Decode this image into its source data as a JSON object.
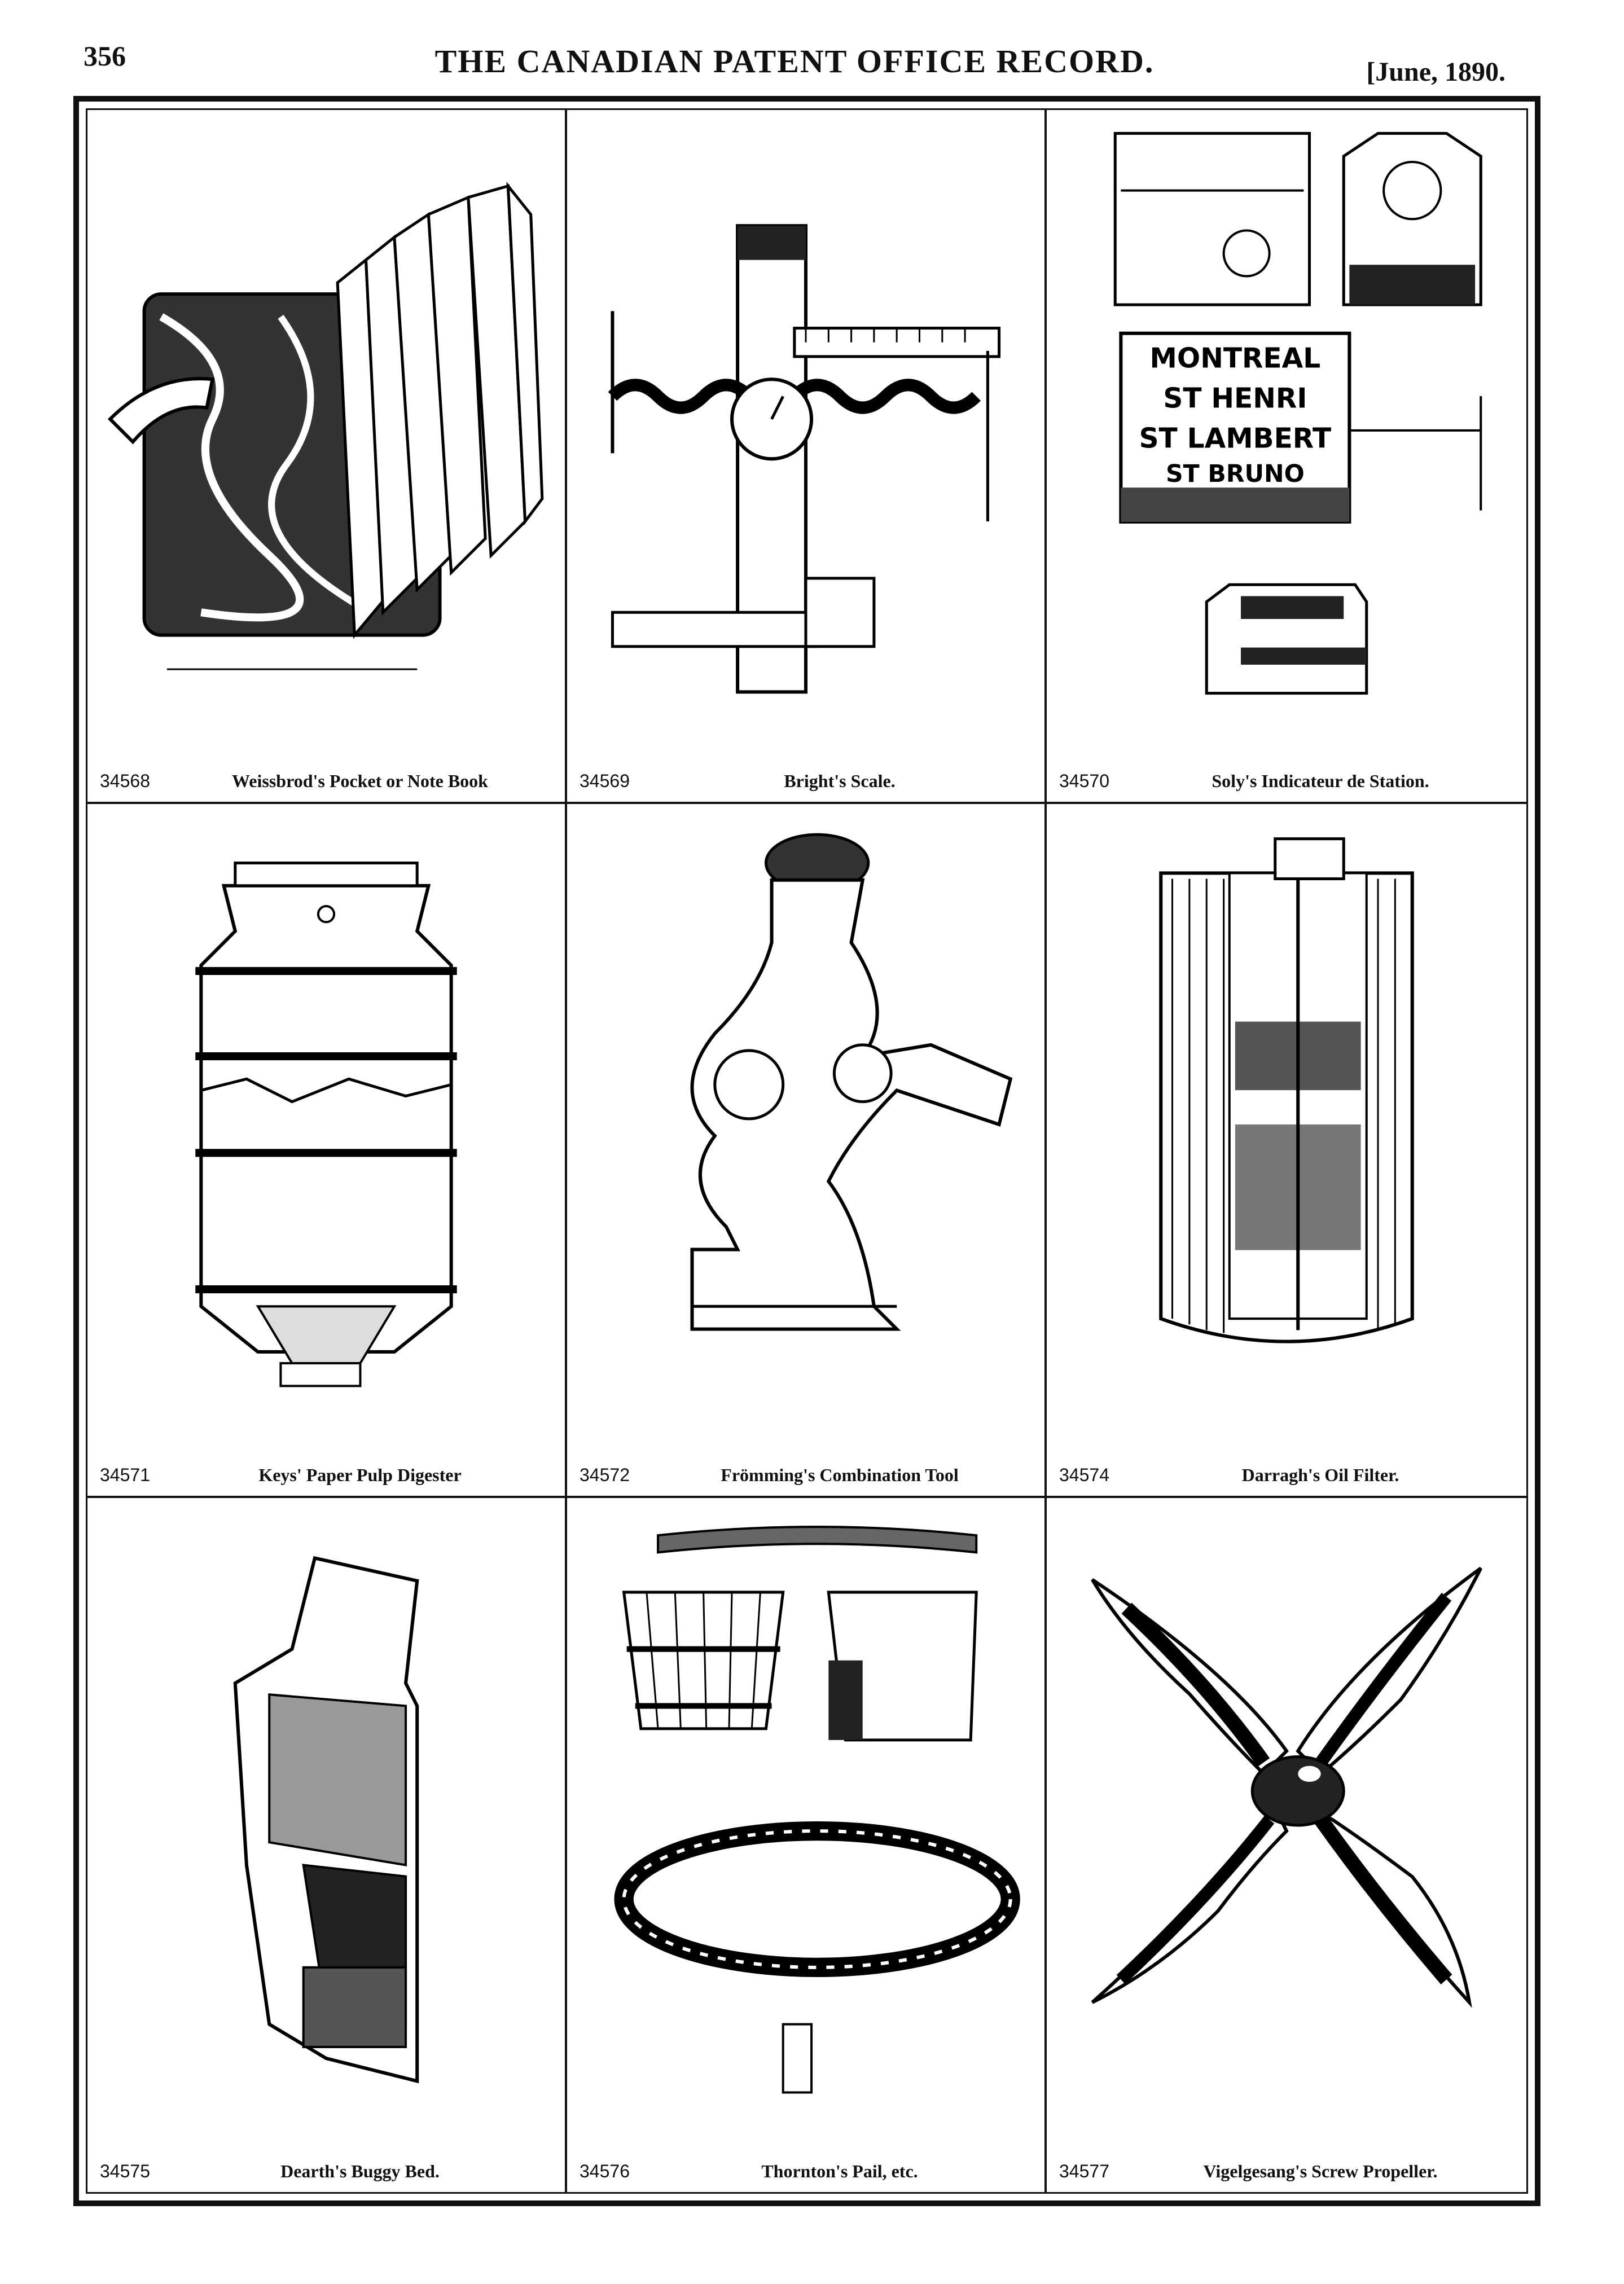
{
  "header": {
    "page_number": "356",
    "journal_title": "THE CANADIAN PATENT OFFICE RECORD.",
    "issue_date": "[June, 1890."
  },
  "patents": [
    {
      "number": "34568",
      "title": "Weissbrod's Pocket or Note Book",
      "icon": "note-book-illustration"
    },
    {
      "number": "34569",
      "title": "Bright's Scale.",
      "icon": "scale-illustration"
    },
    {
      "number": "34570",
      "title": "Soly's Indicateur de Station.",
      "icon": "station-indicator-illustration",
      "sign_text": [
        "MONTREAL",
        "ST HENRI",
        "ST LAMBERT",
        "ST BRUNO"
      ]
    },
    {
      "number": "34571",
      "title": "Keys' Paper Pulp Digester",
      "icon": "pulp-digester-illustration"
    },
    {
      "number": "34572",
      "title": "Frömming's Combination Tool",
      "icon": "combination-tool-illustration"
    },
    {
      "number": "34574",
      "title": "Darragh's Oil Filter.",
      "icon": "oil-filter-illustration"
    },
    {
      "number": "34575",
      "title": "Dearth's Buggy Bed.",
      "icon": "buggy-bed-illustration"
    },
    {
      "number": "34576",
      "title": "Thornton's Pail, etc.",
      "icon": "pail-illustration"
    },
    {
      "number": "34577",
      "title": "Vigelgesang's Screw Propeller.",
      "icon": "screw-propeller-illustration"
    }
  ]
}
